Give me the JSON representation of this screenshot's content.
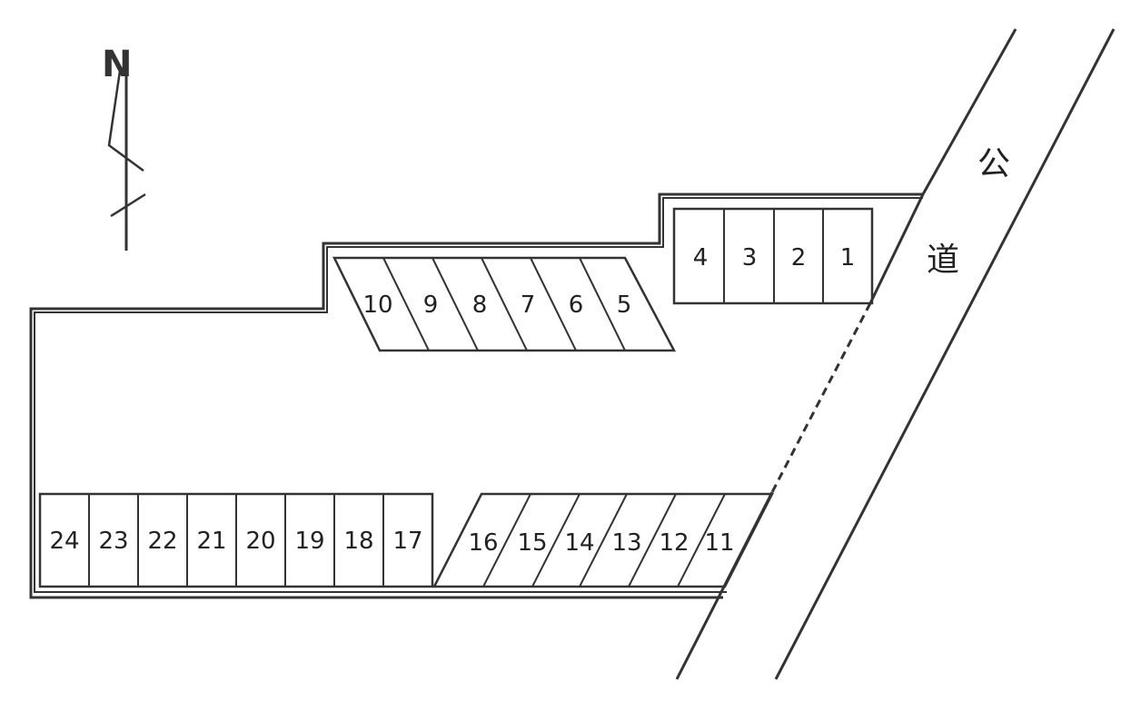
{
  "north": {
    "label": "N"
  },
  "road": {
    "label_1": "公",
    "label_2": "道"
  },
  "stalls": {
    "row_a": [
      "4",
      "3",
      "2",
      "1"
    ],
    "row_b": [
      "10",
      "9",
      "8",
      "7",
      "6",
      "5"
    ],
    "row_c": [
      "24",
      "23",
      "22",
      "21",
      "20",
      "19",
      "18",
      "17"
    ],
    "row_d": [
      "16",
      "15",
      "14",
      "13",
      "12",
      "11"
    ]
  },
  "colors": {
    "line": "#333333",
    "background": "#ffffff"
  }
}
